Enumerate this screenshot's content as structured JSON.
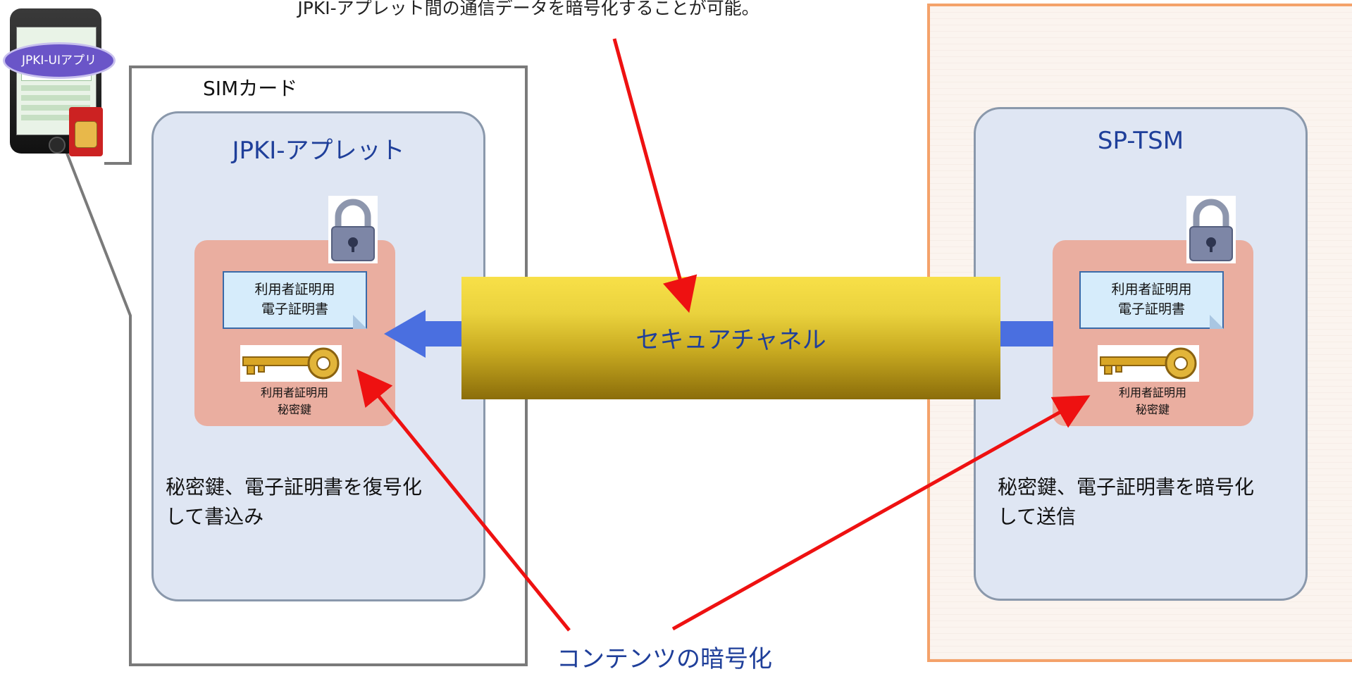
{
  "top_note": "JPKI-アプレット間の通信データを暗号化することが可能。",
  "phone": {
    "badge": "JPKI-UIアプリ"
  },
  "sim": {
    "label": "SIMカード"
  },
  "left_panel": {
    "title": "JPKI-アプレット",
    "cert_line1": "利用者証明用",
    "cert_line2": "電子証明書",
    "key_line1": "利用者証明用",
    "key_line2": "秘密鍵",
    "desc_line1": "秘密鍵、電子証明書を復号化",
    "desc_line2": "して書込み"
  },
  "right_panel": {
    "title": "SP-TSM",
    "cert_line1": "利用者証明用",
    "cert_line2": "電子証明書",
    "key_line1": "利用者証明用",
    "key_line2": "秘密鍵",
    "desc_line1": "秘密鍵、電子証明書を暗号化",
    "desc_line2": "して送信"
  },
  "channel": {
    "label": "セキュアチャネル"
  },
  "bottom_note": "コンテンツの暗号化",
  "colors": {
    "panel_bg": "#dfe6f3",
    "inner_bg": "#eaaea0",
    "title_blue": "#1f3f9a",
    "arrow_red": "#ee1111",
    "flow_blue": "#4a6fe0",
    "tsm_border": "#f4a26a"
  },
  "icons": [
    "lock-icon",
    "key-icon",
    "document-icon",
    "arrow-left-icon",
    "phone-icon",
    "sim-card-icon"
  ]
}
